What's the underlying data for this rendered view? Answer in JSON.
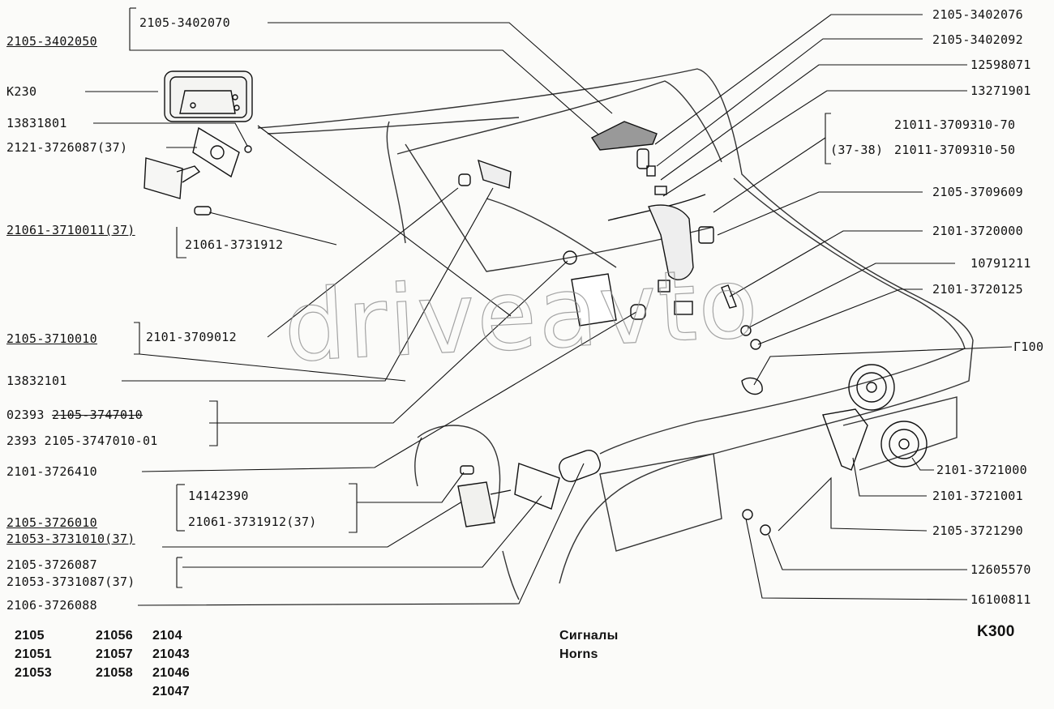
{
  "left_labels": {
    "l_2105_3402050": "2105-3402050",
    "l_2105_3402070": "2105-3402070",
    "l_k230": "K230",
    "l_13831801": "13831801",
    "l_2121_3726087": "2121-3726087(37)",
    "l_21061_3710011": "21061-3710011(37)",
    "l_21061_3731912_a": "21061-3731912",
    "l_2105_3710010": "2105-3710010",
    "l_2101_3709012": "2101-3709012",
    "l_13832101": "13832101",
    "l_02393": "02393",
    "l_2105_3747010": "2105-3747010",
    "l_2393": "2393 2105-3747010-01",
    "l_2101_3726410": "2101-3726410",
    "l_14142390": "14142390",
    "l_21061_3731912_b": "21061-3731912(37)",
    "l_2105_3726010": "2105-3726010",
    "l_21053_3731010": "21053-3731010(37)",
    "l_2105_3726087": "2105-3726087",
    "l_21053_3731087": "21053-3731087(37)",
    "l_2106_3726088": "2106-3726088"
  },
  "right_labels": {
    "r_2105_3402076": "2105-3402076",
    "r_2105_3402092": "2105-3402092",
    "r_12598071": "12598071",
    "r_13271901": "13271901",
    "r_21011_70": "21011-3709310-70",
    "r_37_38": "(37-38)",
    "r_21011_50": "21011-3709310-50",
    "r_2105_3709609": "2105-3709609",
    "r_2101_3720000": "2101-3720000",
    "r_10791211": "10791211",
    "r_2101_3720125": "2101-3720125",
    "r_g100": "Г100",
    "r_2101_3721000": "2101-3721000",
    "r_2101_3721001": "2101-3721001",
    "r_2105_3721290": "2105-3721290",
    "r_12605570": "12605570",
    "r_16100811": "16100811"
  },
  "models": {
    "col1": [
      "2105",
      "21051",
      "21053"
    ],
    "col2": [
      "21056",
      "21057",
      "21058"
    ],
    "col3": [
      "2104",
      "21043",
      "21046",
      "21047"
    ]
  },
  "caption": {
    "ru": "Сигналы",
    "en": "Horns"
  },
  "page_code": "K300",
  "watermark": "driveavto"
}
